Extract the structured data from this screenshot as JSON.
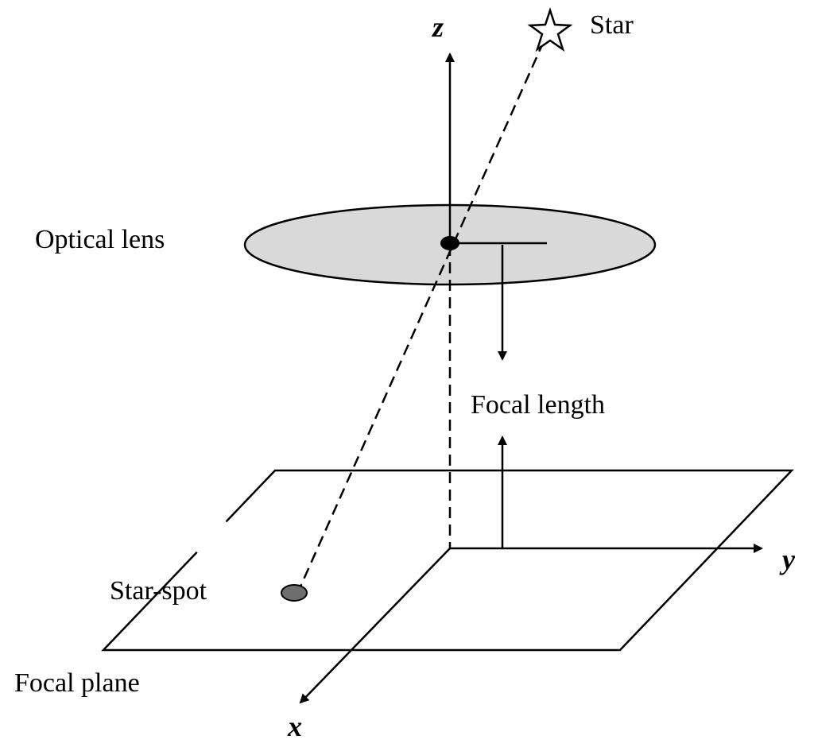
{
  "labels": {
    "z_axis": "z",
    "y_axis": "y",
    "x_axis": "x",
    "star": "Star",
    "optical_lens": "Optical lens",
    "focal_length": "Focal length",
    "star_spot": "Star-spot",
    "focal_plane": "Focal plane"
  },
  "colors": {
    "lens_fill": "#d9d9d9",
    "star_spot_fill": "#6e6e6e",
    "ink": "#000000"
  },
  "icons": {
    "star": "star-outline-icon"
  }
}
